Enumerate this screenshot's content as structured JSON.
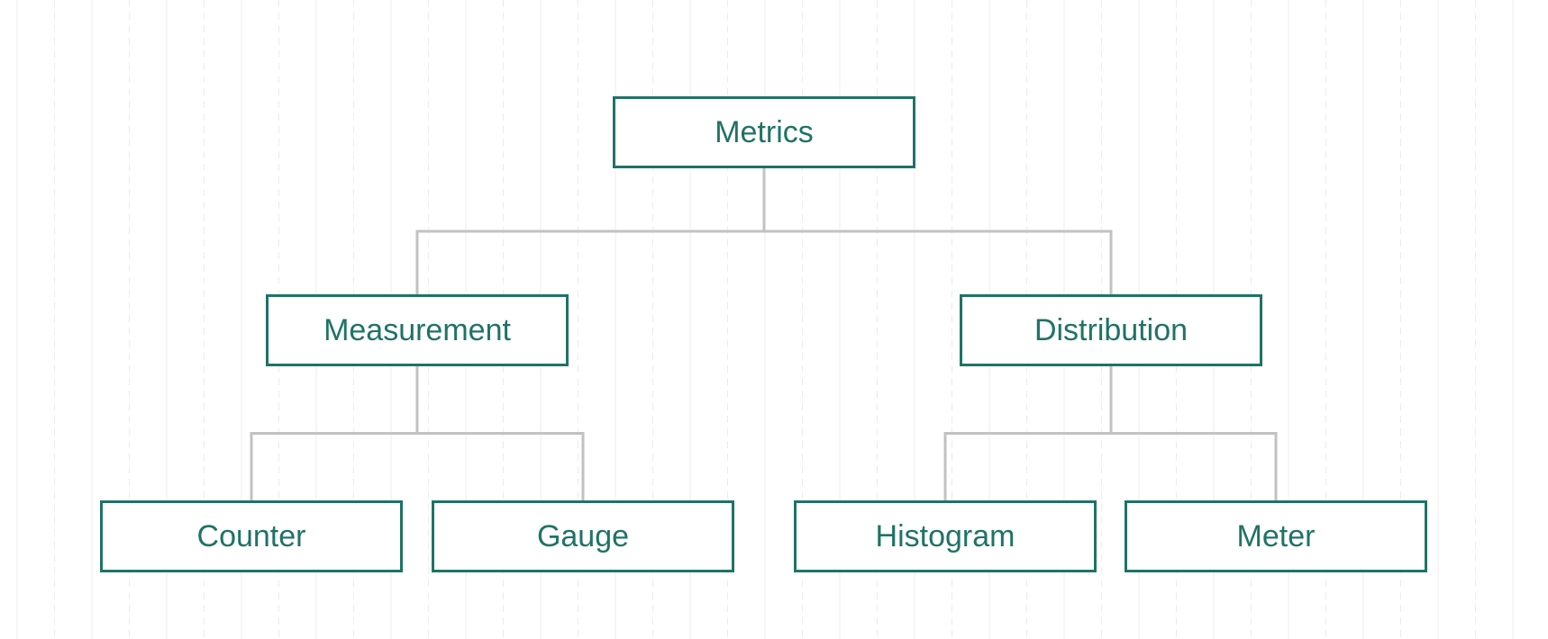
{
  "colors": {
    "node_border": "#1f7366",
    "node_text": "#1f7366",
    "connector": "#c2c2c2",
    "grid_solid": "#eeeeee",
    "grid_dashed": "#ececec",
    "background": "#ffffff"
  },
  "diagram": {
    "type": "tree",
    "root": {
      "label": "Metrics",
      "children": [
        {
          "label": "Measurement",
          "children": [
            {
              "label": "Counter"
            },
            {
              "label": "Gauge"
            }
          ]
        },
        {
          "label": "Distribution",
          "children": [
            {
              "label": "Histogram"
            },
            {
              "label": "Meter"
            }
          ]
        }
      ]
    }
  }
}
